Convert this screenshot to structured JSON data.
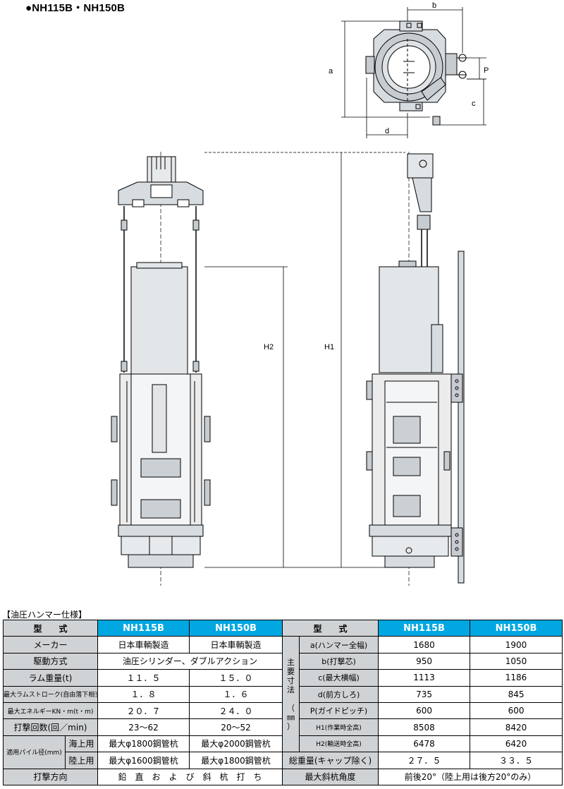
{
  "title": "●NH115B・NH150B",
  "dimension_labels": {
    "a": "a",
    "b": "b",
    "c": "c",
    "d": "d",
    "p": "P",
    "h1": "H1",
    "h2": "H2"
  },
  "spec_title": "【油圧ハンマー仕様】",
  "table": {
    "left_header": {
      "type": "型　　式",
      "col1": "NH115B",
      "col2": "NH150B"
    },
    "right_header": {
      "type": "型　　式",
      "col1": "NH115B",
      "col2": "NH150B"
    },
    "maker": {
      "label": "メーカー",
      "v1": "日本車輌製造",
      "v2": "日本車輌製造"
    },
    "drive": {
      "label": "駆動方式",
      "value": "油圧シリンダー、ダブルアクション"
    },
    "ram_weight": {
      "label": "ラム重量(t)",
      "v1": "１１．５",
      "v2": "１５．０"
    },
    "max_stroke": {
      "label": "最大ラムストローク(自由落下相当)(m)",
      "v1": "１．８",
      "v2": "１．６"
    },
    "max_energy": {
      "label": "最大エネルギーKN・m(t・m)",
      "v1": "２０．７",
      "v2": "２４．０"
    },
    "blows": {
      "label": "打撃回数(回／min)",
      "v1": "23～62",
      "v2": "20～52"
    },
    "pile": {
      "label": "適用パイル径(mm)",
      "sea": {
        "label": "海上用",
        "v1": "最大φ1800鋼管杭",
        "v2": "最大φ2000鋼管杭"
      },
      "land": {
        "label": "陸上用",
        "v1": "最大φ1600鋼管杭",
        "v2": "最大φ1800鋼管杭"
      }
    },
    "direction": {
      "label": "打撃方向",
      "value": "鉛　直　お　よ　び　斜　杭　打　ち"
    },
    "dims_group": [
      "主",
      "要",
      "寸",
      "法",
      "（",
      "㎜",
      "）"
    ],
    "dims": [
      {
        "label": "a(ハンマー全幅)",
        "v1": "1680",
        "v2": "1900"
      },
      {
        "label": "b(打撃芯)",
        "v1": "950",
        "v2": "1050"
      },
      {
        "label": "c(最大横幅)",
        "v1": "1113",
        "v2": "1186"
      },
      {
        "label": "d(前方しろ)",
        "v1": "735",
        "v2": "845"
      },
      {
        "label": "P(ガイドピッチ)",
        "v1": "600",
        "v2": "600"
      },
      {
        "label": "H1(作業時全高)",
        "v1": "8508",
        "v2": "8420"
      },
      {
        "label": "H2(輸送時全高)",
        "v1": "6478",
        "v2": "6420"
      }
    ],
    "total_weight": {
      "label": "総重量(キャップ除く)",
      "v1": "２７．５",
      "v2": "３３．５"
    },
    "max_angle": {
      "label": "最大斜杭角度",
      "value": "前後20°（陸上用は後方20°のみ）"
    }
  }
}
